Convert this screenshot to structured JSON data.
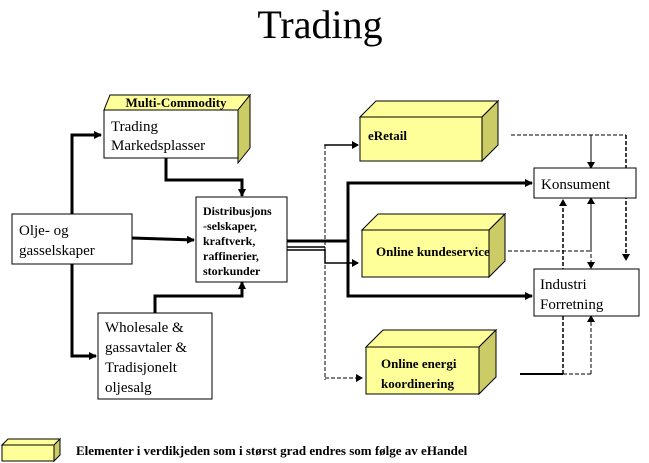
{
  "title": "Trading",
  "colors": {
    "box_front": "#ffff99",
    "box_side": "#cccc66",
    "box_top": "#ffff99",
    "line": "#000000"
  },
  "nodes": {
    "multi_commodity": "Multi-Commodity",
    "trading_market": [
      "Trading",
      "Markedsplasser"
    ],
    "olje_gass": [
      "Olje- og",
      "gasselskaper"
    ],
    "distribusjon": [
      "Distribusjons",
      "-selskaper,",
      "kraftverk,",
      "raffinerier,",
      "storkunder"
    ],
    "wholesale": [
      "Wholesale &",
      "gassavtaler &",
      "Tradisjonelt",
      "oljesalg"
    ],
    "eretail": "eRetail",
    "online_kundeservice": "Online kundeservice",
    "online_energi": [
      "Online energi",
      "koordinering"
    ],
    "konsument": "Konsument",
    "industri": [
      "Industri",
      "Forretning"
    ]
  },
  "legend": {
    "text": "Elementer i verdikjeden som i størst grad endres som følge av  eHandel"
  }
}
